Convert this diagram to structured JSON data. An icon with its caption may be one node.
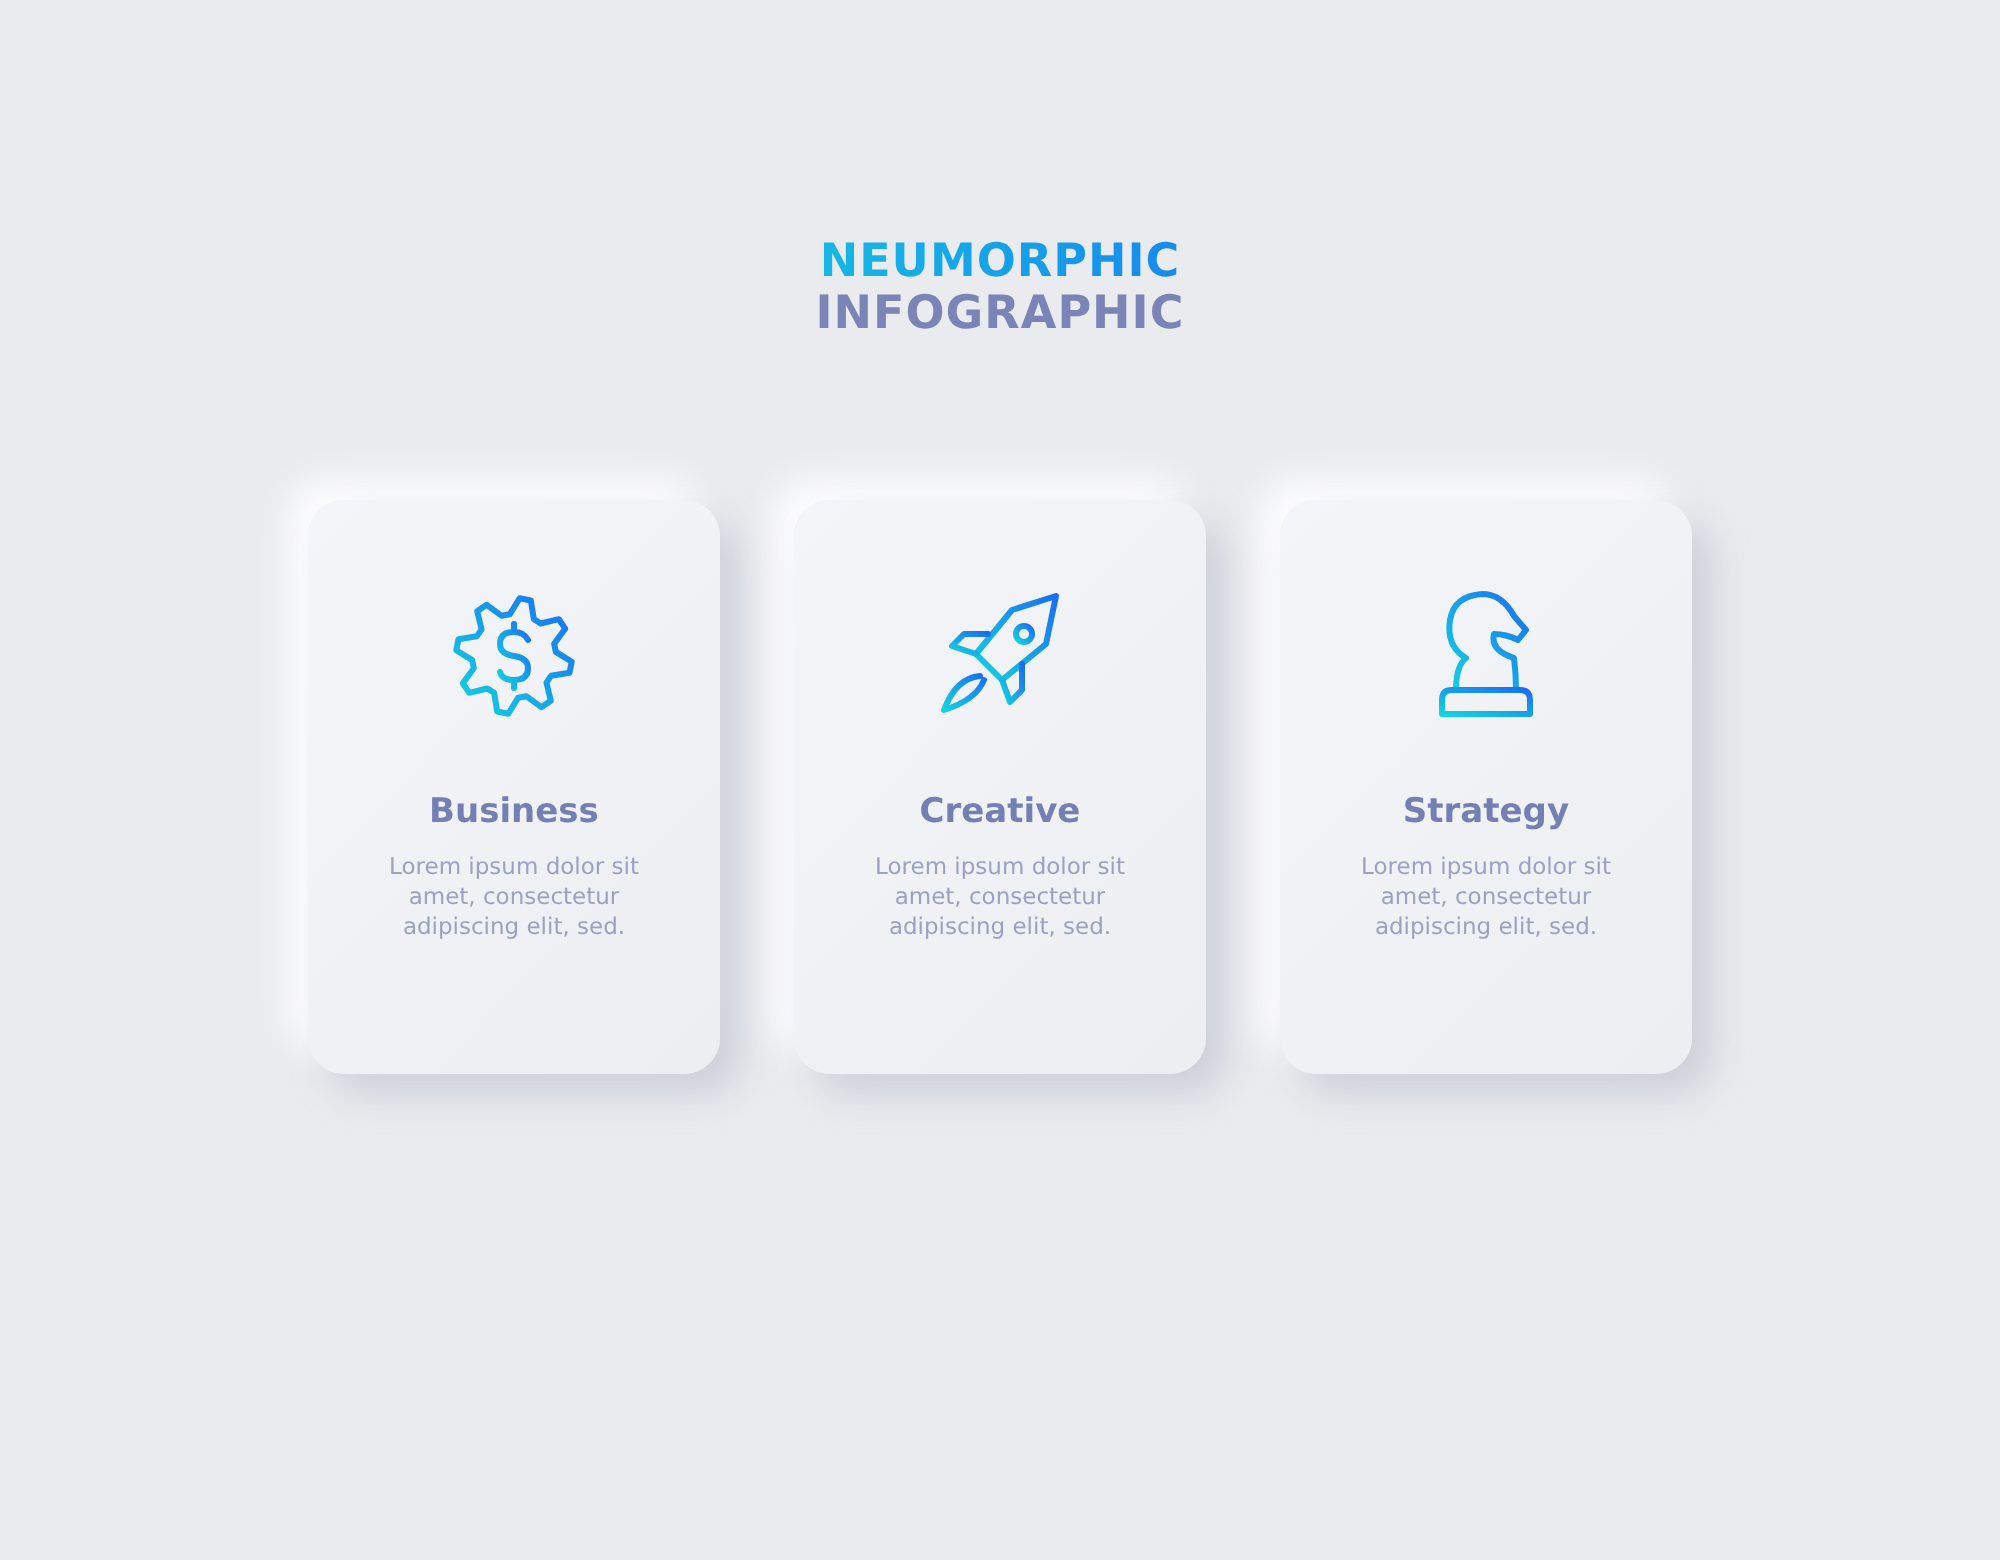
{
  "diagram": {
    "title": "NEUMORPHIC",
    "nodes": [
      {
        "text": [
          "Business",
          "Lorem ipsum dolor sit amet, consectetur adipiscing elit, sed."
        ]
      },
      {
        "text": [
          "Creative",
          "Lorem ipsum dolor sit amet, consectetur adipiscing elit, sed."
        ]
      },
      {
        "text": [
          "Strategy",
          "Lorem ipsum dolor sit amet, consectetur adipiscing elit, sed."
        ]
      }
    ],
    "labels": [
      "INFOGRAPHIC"
    ]
  }
}
